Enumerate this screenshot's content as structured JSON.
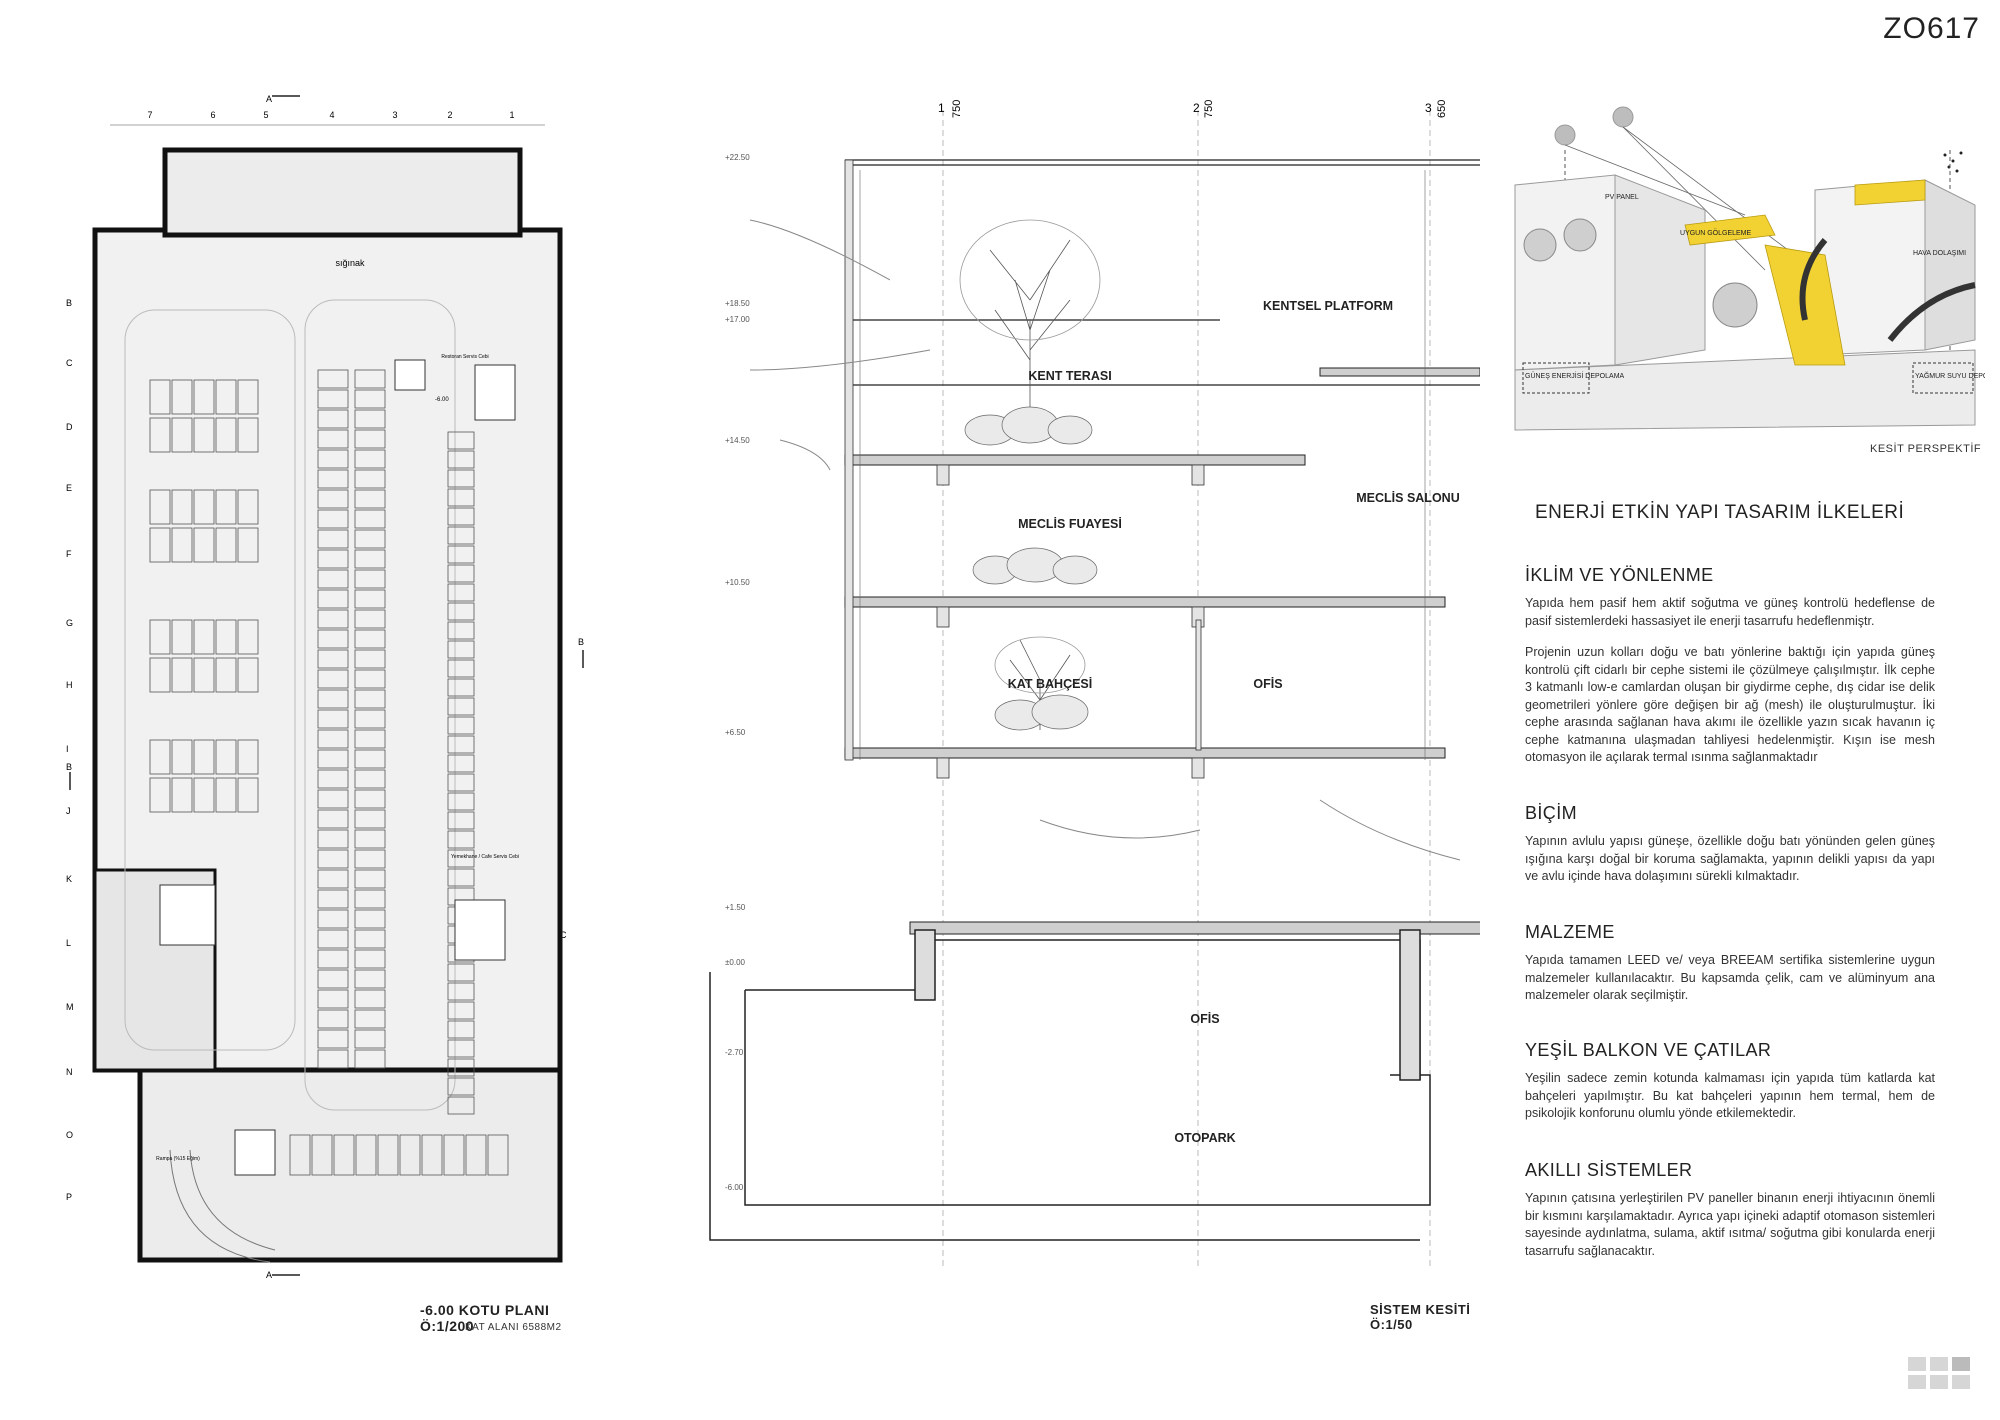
{
  "sheet_code": "ZO617",
  "plan": {
    "title": "-6.00 KOTU PLANI Ö:1/200",
    "subtitle": "KAT ALANI 6588M2",
    "grid_columns": [
      "7",
      "6",
      "5",
      "4",
      "3",
      "2",
      "1"
    ],
    "grid_rows": [
      "B",
      "C",
      "D",
      "E",
      "F",
      "G",
      "H",
      "I",
      "J",
      "K",
      "L",
      "M",
      "N",
      "O",
      "P"
    ],
    "section_markers": [
      "A",
      "A",
      "B",
      "B",
      "C"
    ],
    "room_labels": [
      "sığınak",
      "Restoran Servis Cebi",
      "Yemekhane / Cafe Servis Cebi",
      "Rampa (%15 Eğim)",
      "-6.00"
    ]
  },
  "section": {
    "title": "SİSTEM KESİTİ Ö:1/50",
    "axes": [
      {
        "num": "1",
        "dim": "750"
      },
      {
        "num": "2",
        "dim": "750"
      },
      {
        "num": "3",
        "dim": "650"
      }
    ],
    "levels": [
      "+22.50",
      "+18.50",
      "+17.00",
      "+14.50",
      "+10.50",
      "+6.50",
      "+1.50",
      "±0.00",
      "-2.70",
      "-6.00"
    ],
    "spaces": {
      "kent_terasi": "KENT TERASI",
      "kentsel_platform": "KENTSEL PLATFORM",
      "meclis_fuayesi": "MECLİS FUAYESİ",
      "meclis_salonu": "MECLİS SALONU",
      "kat_bahcesi": "KAT BAHÇESİ",
      "ofis_upper": "OFİS",
      "ofis_lower": "OFİS",
      "otopark": "OTOPARK"
    }
  },
  "perspective": {
    "caption": "KESİT PERSPEKTİF",
    "labels": {
      "pv": "PV PANEL",
      "golge": "UYGUN GÖLGELEME",
      "hava": "HAVA DOLAŞIMI",
      "gunes": "GÜNEŞ ENERJİSİ DEPOLAMA",
      "yagmur": "YAĞMUR SUYU DEPOLAMA"
    }
  },
  "principles": {
    "heading": "ENERJİ ETKİN YAPI TASARIM İLKELERİ",
    "sections": [
      {
        "title": "İKLİM VE YÖNLENME",
        "paragraphs": [
          "Yapıda hem pasif hem aktif soğutma ve güneş kontrolü hedeflense de pasif sistemlerdeki hassasiyet ile enerji tasarrufu hedeflenmiştr.",
          "Projenin uzun kolları doğu ve batı yönlerine baktığı için yapıda güneş kontrolü çift cidarlı bir cephe sistemi ile çözülmeye çalışılmıştır. İlk cephe 3 katmanlı low-e camlardan oluşan bir giydirme cephe, dış cidar ise delik geometrileri yönlere göre değişen bir ağ (mesh) ile oluşturulmuştur. İki cephe arasında sağlanan hava akımı ile özellikle yazın sıcak havanın iç cephe katmanına ulaşmadan tahliyesi hedelenmiştir. Kışın ise mesh otomasyon ile açılarak termal ısınma sağlanmaktadır"
        ]
      },
      {
        "title": "BİÇİM",
        "paragraphs": [
          "Yapının avlulu yapısı güneşe, özellikle doğu batı yönünden gelen güneş ışığına karşı doğal bir koruma sağlamakta, yapının delikli yapısı da yapı ve avlu içinde hava dolaşımını sürekli kılmaktadır."
        ]
      },
      {
        "title": "MALZEME",
        "paragraphs": [
          "Yapıda tamamen LEED ve/ veya BREEAM sertifika sistemlerine uygun malzemeler kullanılacaktır. Bu kapsamda çelik, cam ve alüminyum ana malzemeler olarak seçilmiştir."
        ]
      },
      {
        "title": "YEŞİL BALKON VE ÇATILAR",
        "paragraphs": [
          "Yeşilin sadece zemin kotunda kalmaması için yapıda tüm katlarda kat bahçeleri yapılmıştır. Bu kat bahçeleri yapının hem termal, hem de psikolojik konforunu olumlu yönde etkilemektedir."
        ]
      },
      {
        "title": "AKILLI SİSTEMLER",
        "paragraphs": [
          "Yapının çatısına yerleştirilen PV paneller binanın enerji ihtiyacının önemli bir kısmını karşılamaktadır. Ayrıca yapı içineki adaptif otomason sistemleri sayesinde aydınlatma, sulama, aktif ısıtma/ soğutma gibi konularda enerji tasarrufu sağlanacaktır."
        ]
      }
    ]
  }
}
